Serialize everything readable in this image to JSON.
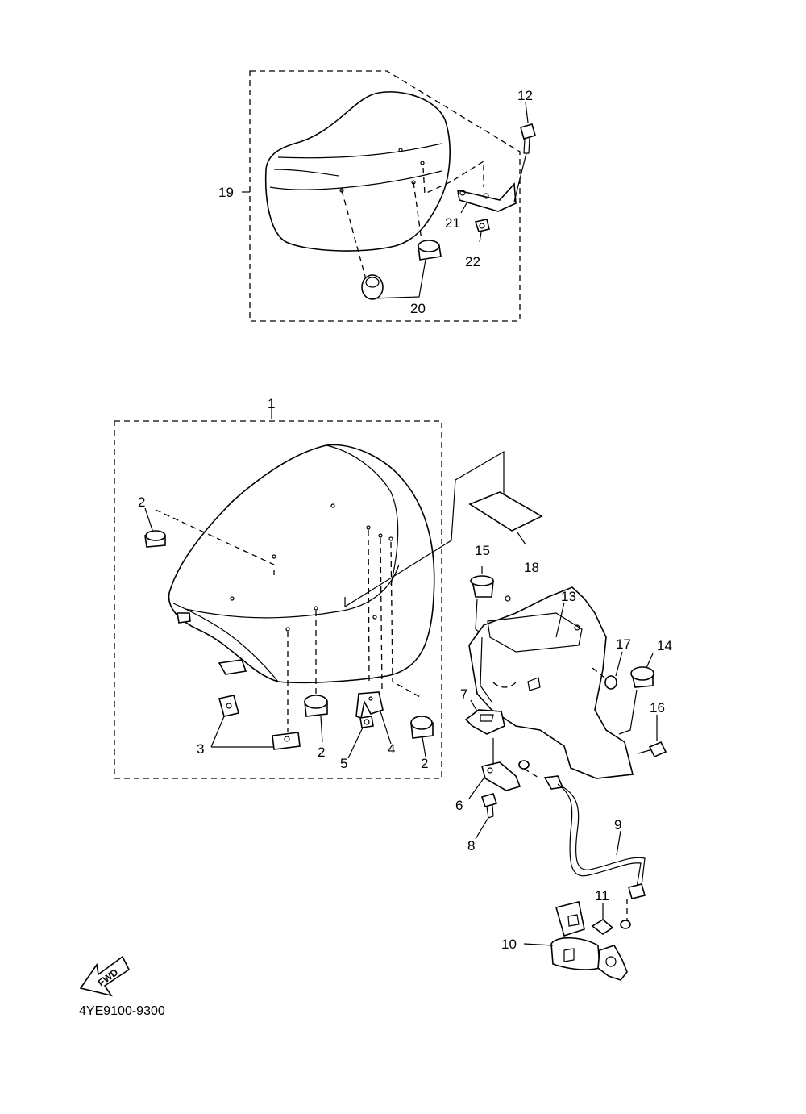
{
  "diagram": {
    "catalog_code": "4YE9100-9300",
    "fwd_label": "FWD",
    "callouts": [
      "1",
      "2",
      "3",
      "4",
      "5",
      "6",
      "7",
      "8",
      "9",
      "10",
      "11",
      "12",
      "13",
      "14",
      "15",
      "16",
      "17",
      "18",
      "19",
      "20",
      "21",
      "22"
    ]
  }
}
